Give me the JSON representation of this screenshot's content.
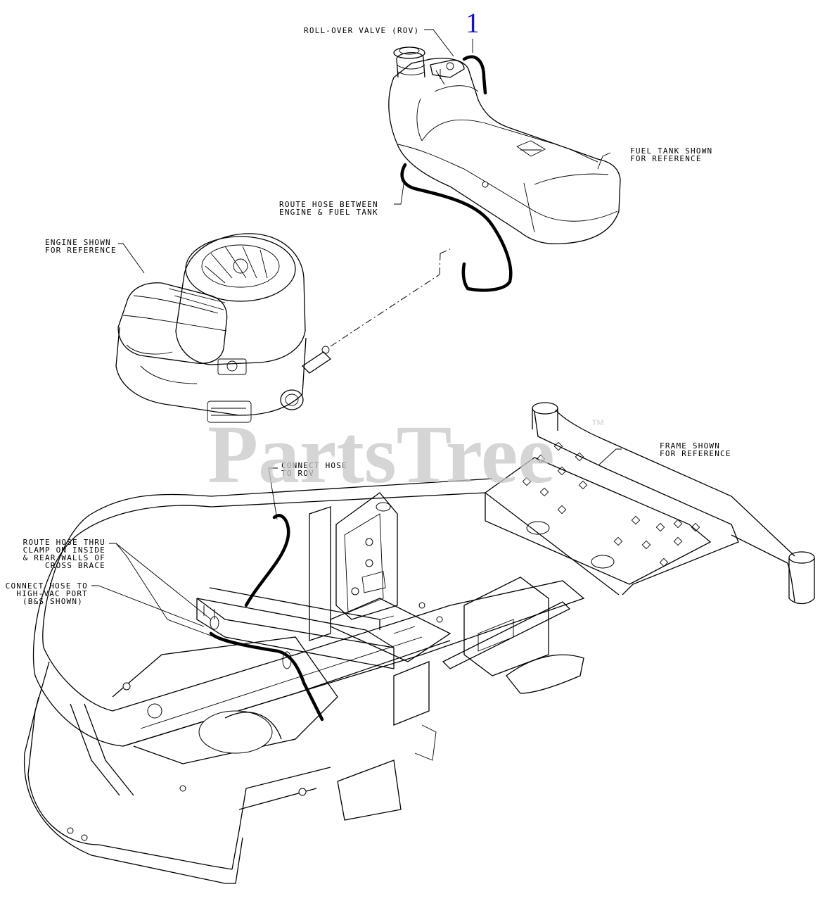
{
  "callout": {
    "number": "1"
  },
  "labels": {
    "rov": "ROLL-OVER VALVE (ROV)",
    "fuel_tank": [
      "FUEL TANK SHOWN",
      "FOR REFERENCE"
    ],
    "route_engine_tank": [
      "ROUTE HOSE BETWEEN",
      "ENGINE & FUEL TANK"
    ],
    "engine": [
      "ENGINE SHOWN",
      "FOR REFERENCE"
    ],
    "connect_rov": [
      "CONNECT HOSE",
      "TO ROV"
    ],
    "frame": [
      "FRAME SHOWN",
      "FOR REFERENCE"
    ],
    "route_clamp": [
      "ROUTE HOSE THRU",
      "CLAMP ON INSIDE",
      "& REAR WALLS OF",
      "CROSS BRACE"
    ],
    "connect_vac": [
      "CONNECT HOSE TO",
      "HIGH-VAC PORT",
      "(B&S SHOWN)"
    ]
  },
  "watermark": {
    "text": "PartsTree",
    "trademark": "™"
  },
  "colors": {
    "callout": "#1010d8",
    "watermark": "#c8c8c8",
    "line": "#000000"
  }
}
